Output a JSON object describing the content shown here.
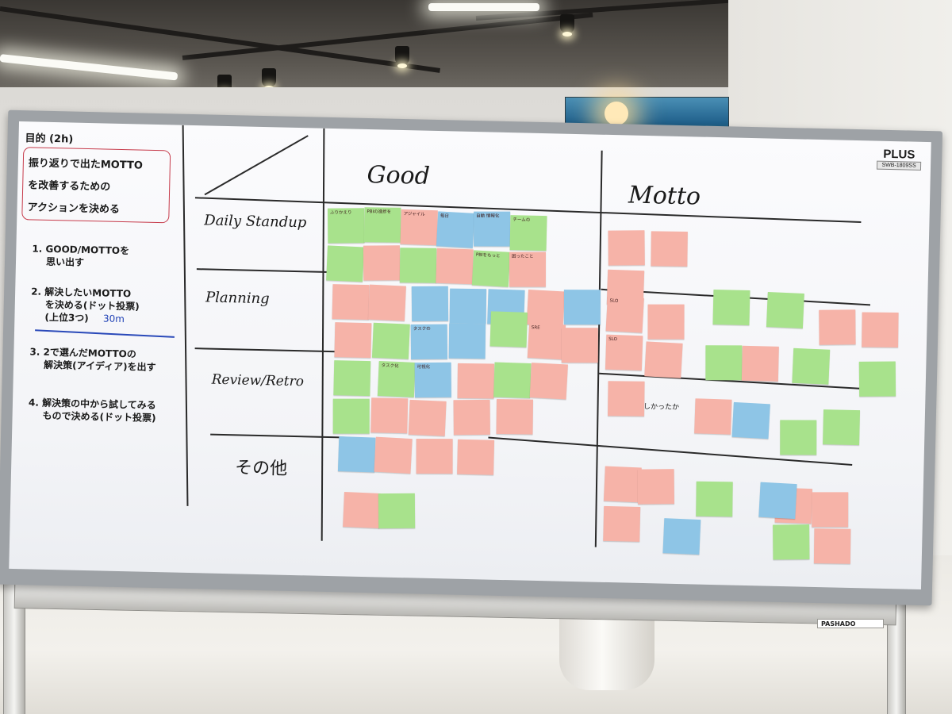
{
  "scene": {
    "description_tag": "whiteboard retrospective",
    "colors": {
      "note_pink": "#f6b3a8",
      "note_green": "#a8e28c",
      "note_blue": "#8ec5e6",
      "ink": "#2a2a2a",
      "red_marker": "#c63a4a",
      "blue_marker": "#2a49b9"
    }
  },
  "board": {
    "brand": "PLUS",
    "model": "SWB-1809SS",
    "stand_label": "PASHADO",
    "purpose": {
      "title": "目的 (2h)",
      "lines": [
        "振り返りで出たMOTTO",
        "を改善するための",
        "アクションを決める"
      ]
    },
    "steps": [
      {
        "text": "1. GOOD/MOTTOを",
        "text2": "思い出す"
      },
      {
        "text": "2. 解決したいMOTTO",
        "text2": "を決める(ドット投票)",
        "text3": "(上位3つ)",
        "extra": "30m"
      },
      {
        "text": "3. 2で選んだMOTTOの",
        "text2": "解決策(アイディア)を出す"
      },
      {
        "text": "4. 解決策の中から試してみる",
        "text2": "もので決める(ドット投票)"
      }
    ],
    "columns": {
      "good": "Good",
      "motto": "Motto"
    },
    "rows": [
      "Daily Standup",
      "Planning",
      "Review/Retro",
      "その他"
    ],
    "motto_annotation": "ゴールは正しかったか"
  },
  "notes": {
    "good": [
      {
        "color": "green",
        "text": "ふりかえり"
      },
      {
        "color": "green",
        "text": "PBIの進捗を"
      },
      {
        "color": "pink",
        "text": "アジャイル"
      },
      {
        "color": "blue",
        "text": "毎日"
      },
      {
        "color": "blue",
        "text": "自動 情報化"
      },
      {
        "color": "green",
        "text": "チームの"
      },
      {
        "color": "green",
        "text": ""
      },
      {
        "color": "pink",
        "text": ""
      },
      {
        "color": "green",
        "text": ""
      },
      {
        "color": "pink",
        "text": ""
      },
      {
        "color": "green",
        "text": "PBIをもっと"
      },
      {
        "color": "pink",
        "text": "困ったこと"
      },
      {
        "color": "pink",
        "text": ""
      },
      {
        "color": "pink",
        "text": ""
      },
      {
        "color": "blue",
        "text": ""
      },
      {
        "color": "blue",
        "text": ""
      },
      {
        "color": "blue",
        "text": ""
      },
      {
        "color": "pink",
        "text": ""
      },
      {
        "color": "blue",
        "text": ""
      },
      {
        "color": "pink",
        "text": ""
      },
      {
        "color": "green",
        "text": ""
      },
      {
        "color": "blue",
        "text": "タスクの"
      },
      {
        "color": "blue",
        "text": ""
      },
      {
        "color": "green",
        "text": ""
      },
      {
        "color": "pink",
        "text": "SRE"
      },
      {
        "color": "pink",
        "text": ""
      },
      {
        "color": "green",
        "text": ""
      },
      {
        "color": "green",
        "text": "タスク化"
      },
      {
        "color": "blue",
        "text": "可視化"
      },
      {
        "color": "pink",
        "text": ""
      },
      {
        "color": "green",
        "text": ""
      },
      {
        "color": "pink",
        "text": ""
      },
      {
        "color": "green",
        "text": ""
      },
      {
        "color": "pink",
        "text": ""
      },
      {
        "color": "pink",
        "text": ""
      },
      {
        "color": "pink",
        "text": ""
      },
      {
        "color": "pink",
        "text": ""
      },
      {
        "color": "blue",
        "text": ""
      },
      {
        "color": "pink",
        "text": ""
      },
      {
        "color": "pink",
        "text": ""
      },
      {
        "color": "pink",
        "text": ""
      },
      {
        "color": "pink",
        "text": ""
      },
      {
        "color": "green",
        "text": ""
      }
    ],
    "motto": [
      {
        "color": "pink",
        "text": ""
      },
      {
        "color": "pink",
        "text": ""
      },
      {
        "color": "pink",
        "text": ""
      },
      {
        "color": "pink",
        "text": "SLO"
      },
      {
        "color": "pink",
        "text": ""
      },
      {
        "color": "green",
        "text": ""
      },
      {
        "color": "green",
        "text": ""
      },
      {
        "color": "pink",
        "text": ""
      },
      {
        "color": "pink",
        "text": ""
      },
      {
        "color": "pink",
        "text": "SLO"
      },
      {
        "color": "pink",
        "text": ""
      },
      {
        "color": "green",
        "text": ""
      },
      {
        "color": "pink",
        "text": ""
      },
      {
        "color": "green",
        "text": ""
      },
      {
        "color": "green",
        "text": ""
      },
      {
        "color": "pink",
        "text": ""
      },
      {
        "color": "pink",
        "text": ""
      },
      {
        "color": "blue",
        "text": ""
      },
      {
        "color": "green",
        "text": ""
      },
      {
        "color": "green",
        "text": ""
      },
      {
        "color": "pink",
        "text": ""
      },
      {
        "color": "pink",
        "text": ""
      },
      {
        "color": "green",
        "text": ""
      },
      {
        "color": "pink",
        "text": ""
      },
      {
        "color": "blue",
        "text": ""
      },
      {
        "color": "pink",
        "text": ""
      },
      {
        "color": "pink",
        "text": ""
      },
      {
        "color": "blue",
        "text": ""
      },
      {
        "color": "green",
        "text": ""
      },
      {
        "color": "pink",
        "text": ""
      }
    ]
  }
}
